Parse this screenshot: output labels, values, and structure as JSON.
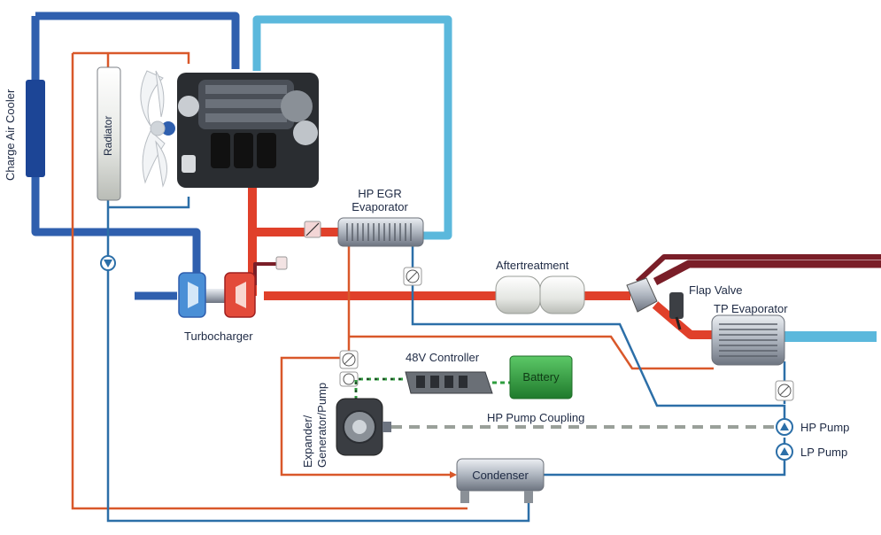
{
  "labels": {
    "charge_air_cooler": "Charge Air Cooler",
    "radiator": "Radiator",
    "hp_egr_line1": "HP EGR",
    "hp_egr_line2": "Evaporator",
    "aftertreatment": "Aftertreatment",
    "flap_valve": "Flap Valve",
    "tp_evaporator": "TP Evaporator",
    "turbocharger": "Turbocharger",
    "controller_48v": "48V Controller",
    "battery": "Battery",
    "expander_line1": "Expander/",
    "expander_line2": "Generator/Pump",
    "hp_pump_coupling": "HP Pump Coupling",
    "hp_pump": "HP Pump",
    "lp_pump": "LP Pump",
    "condenser": "Condenser"
  },
  "colors": {
    "coolant_dark_blue": "#2f5fae",
    "coolant_light_blue": "#5bb8dc",
    "exhaust_red": "#e0402a",
    "exhaust_dark": "#7a1e28",
    "working_fluid_orange": "#d9582a",
    "working_fluid_blue": "#2c6fa8",
    "battery_green": "#2f9e3f"
  }
}
